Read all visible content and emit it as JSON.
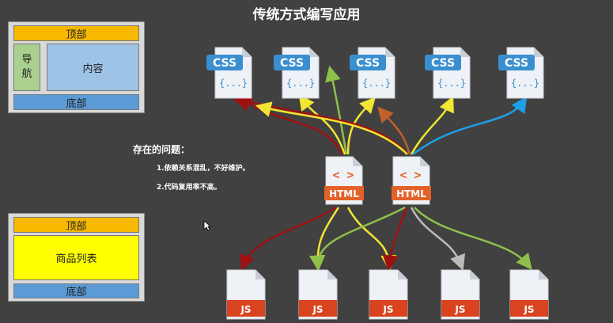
{
  "title": "传统方式编写应用",
  "layout_a": {
    "header": "顶部",
    "nav": "导\n航",
    "content": "内容",
    "footer": "底部"
  },
  "layout_b": {
    "header": "顶部",
    "content": "商品列表",
    "footer": "底部"
  },
  "issues": {
    "heading": "存在的问题：",
    "items": [
      "1.依赖关系混乱，不好维护。",
      "2.代码复用率不高。"
    ]
  },
  "css_files": [
    {
      "label": "CSS",
      "code": "{...}"
    },
    {
      "label": "CSS",
      "code": "{...}"
    },
    {
      "label": "CSS",
      "code": "{...}"
    },
    {
      "label": "CSS",
      "code": "{...}"
    },
    {
      "label": "CSS",
      "code": "{...}"
    }
  ],
  "html_files": [
    {
      "label": "HTML",
      "symbol": "< >"
    },
    {
      "label": "HTML",
      "symbol": "< >"
    }
  ],
  "js_files": [
    {
      "label": "JS"
    },
    {
      "label": "JS"
    },
    {
      "label": "JS"
    },
    {
      "label": "JS"
    },
    {
      "label": "JS"
    }
  ],
  "colors": {
    "dark_red": "#a01010",
    "yellow": "#f2e632",
    "green": "#8fc04a",
    "brown": "#c0602a",
    "blue": "#1ea0e6",
    "gray": "#bbbbbb",
    "css_blue": "#3a8fd0",
    "html_orange": "#e2622a",
    "js_red": "#d9431f"
  }
}
